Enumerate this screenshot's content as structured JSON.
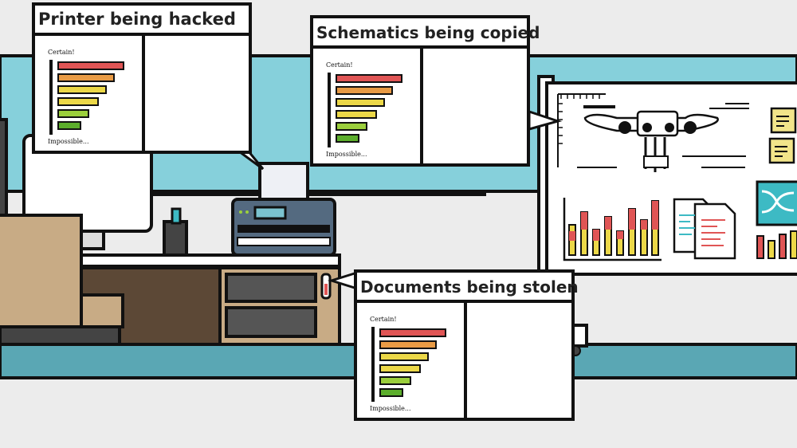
{
  "callouts": [
    {
      "title": "Printer being hacked",
      "scale_top": "Certain!",
      "scale_bottom": "Impossible...",
      "bar_colors": [
        "#e05555",
        "#e99b45",
        "#ecd848",
        "#ecd848",
        "#9bcf3c",
        "#5cae2c"
      ]
    },
    {
      "title": "Schematics being copied",
      "scale_top": "Certain!",
      "scale_bottom": "Impossible...",
      "bar_colors": [
        "#e05555",
        "#e99b45",
        "#ecd848",
        "#ecd848",
        "#9bcf3c",
        "#5cae2c"
      ]
    },
    {
      "title": "Documents being stolen",
      "scale_top": "Certain!",
      "scale_bottom": "Impossible...",
      "bar_colors": [
        "#e05555",
        "#e99b45",
        "#ecd848",
        "#ecd848",
        "#9bcf3c",
        "#5cae2c"
      ]
    }
  ],
  "scene": {
    "colors": {
      "wall_band": "#86d0db",
      "floor_band": "#5aa7b4",
      "desk_wood": "#c8ab85",
      "desk_dark": "#5c4836",
      "printer_body": "#546a80",
      "printer_screen": "#7bc3cf",
      "sticky_note": "#f2e58a",
      "chart_red": "#e05555",
      "chart_yellow": "#ecd848",
      "doc_red": "#e05555",
      "doc_teal": "#3dbac4"
    },
    "icons": [
      "printer-icon",
      "monitor-icon",
      "pen-holder-icon",
      "schematic-board-icon",
      "document-icon",
      "sticky-note-icon",
      "bar-chart-icon",
      "usb-drive-icon"
    ]
  }
}
